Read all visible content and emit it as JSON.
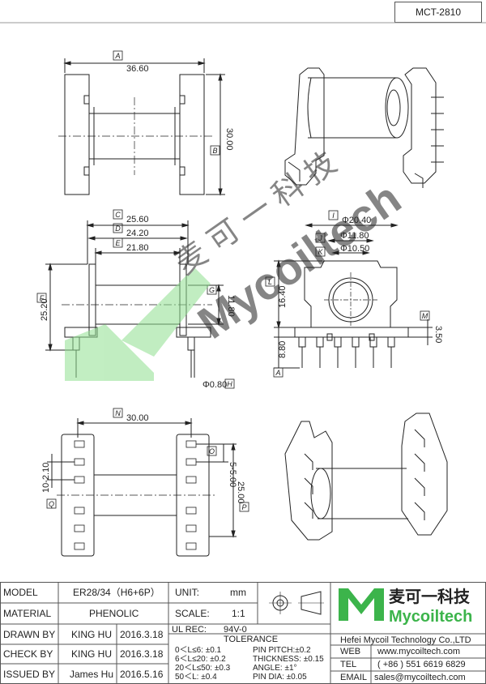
{
  "drawing_code": "MCT-2810",
  "watermark": {
    "text_cn": "麦 可 一 科 技",
    "text_en": "Mycoiltech"
  },
  "dimensions": {
    "top_view": {
      "A": "36.60",
      "B": "30.00"
    },
    "front_view": {
      "C": "25.60",
      "D": "24.20",
      "E": "21.80",
      "F": "25.20",
      "G": "11.80",
      "H": "Φ0.80"
    },
    "side_view": {
      "I": "Φ20.40",
      "J": "Φ11.80",
      "K": "Φ10.50",
      "L": "16.40",
      "M": "3.50",
      "A": "8.80"
    },
    "bottom_view": {
      "N": "30.00",
      "O": "5-5.00",
      "P": "25.00",
      "Q": "10-2.10"
    }
  },
  "labels": {
    "A": "A",
    "B": "B",
    "C": "C",
    "D": "D",
    "E": "E",
    "F": "F",
    "G": "G",
    "H": "H",
    "I": "I",
    "J": "J",
    "K": "K",
    "L": "L",
    "M": "M",
    "N": "N",
    "O": "O",
    "P": "P",
    "Q": "Q"
  },
  "title_block": {
    "model_label": "MODEL",
    "model_value": "ER28/34（H6+6P）",
    "material_label": "MATERIAL",
    "material_value": "PHENOLIC",
    "drawn_label": "DRAWN BY",
    "drawn_name": "KING HU",
    "drawn_date": "2016.3.18",
    "check_label": "CHECK BY",
    "check_name": "KING HU",
    "check_date": "2016.3.18",
    "issued_label": "ISSUED BY",
    "issued_name": "James Hu",
    "issued_date": "2016.5.16",
    "unit_label": "UNIT:",
    "unit_value": "mm",
    "scale_label": "SCALE:",
    "scale_value": "1:1",
    "ulrec_label": "UL REC:",
    "ulrec_value": "94V-0",
    "tolerance_label": "TOLERANCE",
    "tol_1": "0＜L≤6: ±0.1",
    "tol_2": "6＜L≤20: ±0.2",
    "tol_3": "20＜L≤50: ±0.3",
    "tol_4": "50＜L: ±0.4",
    "tol_pin_pitch": "PIN PITCH:±0.2",
    "tol_thickness": "THICKNESS: ±0.15",
    "tol_angle": "ANGLE: ±1°",
    "tol_pin_dia": "PIN DIA: ±0.05",
    "company_cn": "麦可一科技",
    "company_en": "Mycoiltech",
    "company_name": "Hefei Mycoil Technology Co.,LTD",
    "web_label": "WEB",
    "web_value": "www.mycoiltech.com",
    "tel_label": "TEL",
    "tel_value": "( +86 ) 551 6619 6829",
    "email_label": "EMAIL",
    "email_value": "sales@mycoiltech.com"
  },
  "colors": {
    "line": "#222222",
    "watermark": "#8fe08f",
    "logo": "#3cb44b"
  }
}
